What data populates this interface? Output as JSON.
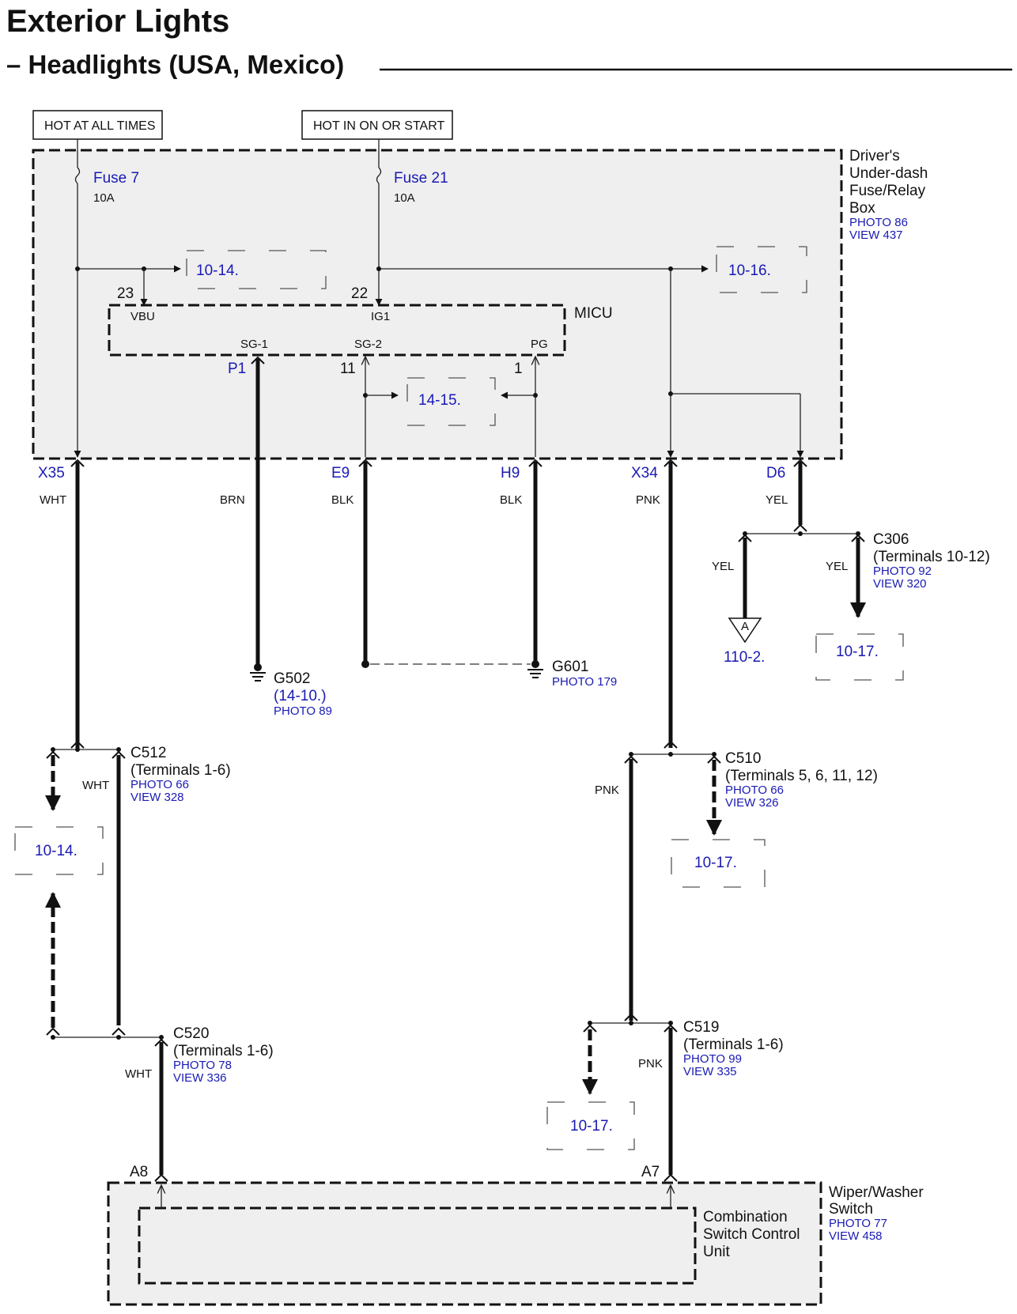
{
  "header": {
    "title": "Exterior Lights",
    "subtitle": "– Headlights (USA, Mexico)"
  },
  "sources": {
    "hot_at_all_times": "HOT AT ALL TIMES",
    "hot_in_on_or_start": "HOT IN ON OR START"
  },
  "fuse_box": {
    "name_lines": [
      "Driver's",
      "Under-dash",
      "Fuse/Relay",
      "Box"
    ],
    "photo": "PHOTO 86",
    "view": "VIEW 437",
    "fuse7": {
      "name": "Fuse 7",
      "rating": "10A"
    },
    "fuse21": {
      "name": "Fuse 21",
      "rating": "10A"
    },
    "ref_top_left": "10-14.",
    "ref_top_right": "10-16.",
    "ref_middle": "14-15."
  },
  "micu": {
    "name": "MICU",
    "pin_vbu": "VBU",
    "pin_ig1": "IG1",
    "pin_sg1": "SG-1",
    "pin_sg2": "SG-2",
    "pin_pg": "PG",
    "term_vbu": "23",
    "term_ig1": "22",
    "term_sg1": "P1",
    "term_sg2": "11",
    "term_pg": "1"
  },
  "connectors": {
    "x35": "X35",
    "e9": "E9",
    "h9": "H9",
    "x34": "X34",
    "d6": "D6",
    "a8": "A8",
    "a7": "A7"
  },
  "wires": {
    "wht_1": "WHT",
    "brn": "BRN",
    "blk_1": "BLK",
    "blk_2": "BLK",
    "pnk_1": "PNK",
    "yel_1": "YEL",
    "yel_2": "YEL",
    "yel_3": "YEL",
    "wht_2": "WHT",
    "pnk_2": "PNK",
    "wht_3": "WHT",
    "pnk_3": "PNK"
  },
  "grounds": {
    "g502": {
      "name": "G502",
      "ref": "(14-10.)",
      "photo": "PHOTO 89"
    },
    "g601": {
      "name": "G601",
      "photo": "PHOTO 179"
    }
  },
  "c306": {
    "name": "C306",
    "terminals": "(Terminals 10-12)",
    "photo": "PHOTO 92",
    "view": "VIEW 320",
    "triangle_label": "A",
    "triangle_ref": "110-2.",
    "ref": "10-17."
  },
  "c512": {
    "name": "C512",
    "terminals": "(Terminals 1-6)",
    "photo": "PHOTO 66",
    "view": "VIEW 328",
    "ref": "10-14."
  },
  "c510": {
    "name": "C510",
    "terminals": "(Terminals 5, 6, 11, 12)",
    "photo": "PHOTO 66",
    "view": "VIEW 326",
    "ref": "10-17."
  },
  "c520": {
    "name": "C520",
    "terminals": "(Terminals 1-6)",
    "photo": "PHOTO 78",
    "view": "VIEW 336"
  },
  "c519": {
    "name": "C519",
    "terminals": "(Terminals 1-6)",
    "photo": "PHOTO 99",
    "view": "VIEW 335",
    "ref": "10-17."
  },
  "switch": {
    "outer_lines": [
      "Wiper/Washer",
      "Switch"
    ],
    "photo": "PHOTO 77",
    "view": "VIEW 458",
    "inner_lines": [
      "Combination",
      "Switch Control",
      "Unit"
    ]
  }
}
